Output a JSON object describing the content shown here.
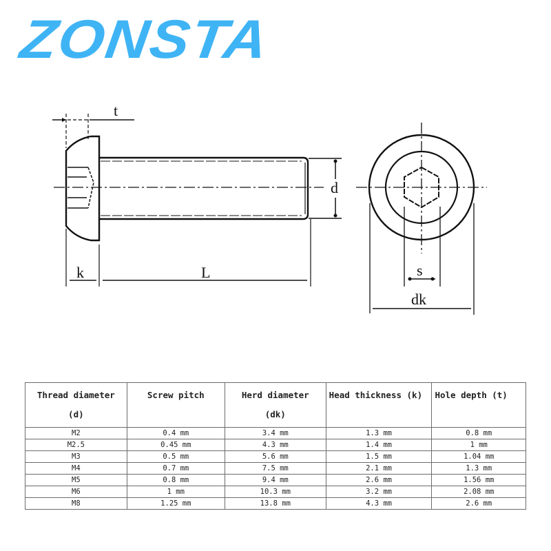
{
  "brand": {
    "name": "ZONSTA",
    "color": "#3fb4f5"
  },
  "drawing": {
    "side_view_labels": {
      "t": "t",
      "d": "d",
      "k": "k",
      "L": "L"
    },
    "end_view_labels": {
      "s": "s",
      "dk": "dk"
    },
    "line_color": "#111111"
  },
  "table": {
    "headers": [
      {
        "line1": "Thread diameter",
        "line2": "(d)"
      },
      {
        "line1": "Screw pitch",
        "line2": ""
      },
      {
        "line1": "Herd diameter",
        "line2": "(dk)"
      },
      {
        "line1": "Head thickness (k)",
        "line2": ""
      },
      {
        "line1": "Hole depth (t)",
        "line2": ""
      }
    ],
    "rows": [
      [
        "M2",
        "0.4 mm",
        "3.4 mm",
        "1.3 mm",
        "0.8 mm"
      ],
      [
        "M2.5",
        "0.45 mm",
        "4.3 mm",
        "1.4 mm",
        "1 mm"
      ],
      [
        "M3",
        "0.5 mm",
        "5.6 mm",
        "1.5 mm",
        "1.04 mm"
      ],
      [
        "M4",
        "0.7 mm",
        "7.5  mm",
        "2.1 mm",
        "1.3 mm"
      ],
      [
        "M5",
        "0.8 mm",
        "9.4 mm",
        "2.6 mm",
        "1.56 mm"
      ],
      [
        "M6",
        "1 mm",
        "10.3 mm",
        "3.2 mm",
        "2.08 mm"
      ],
      [
        "M8",
        "1.25 mm",
        "13.8 mm",
        "4.3 mm",
        "2.6 mm"
      ]
    ]
  }
}
